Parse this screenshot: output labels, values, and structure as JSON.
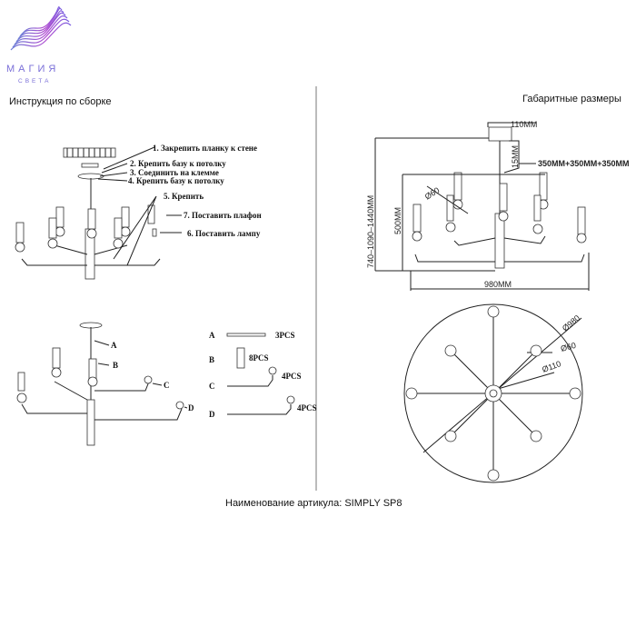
{
  "logo": {
    "title": "МАГИЯ",
    "subtitle": "СВЕТА",
    "colors": [
      "#6f7fd6",
      "#b04ad0",
      "#7a5fe0"
    ]
  },
  "left_panel": {
    "heading": "Инструкция по сборке",
    "steps": [
      "1. Закрепить планку к стене",
      "2. Крепить базу к потолку",
      "3. Соединить на клемме",
      "4. Крепить базу к потолку",
      "5. Крепить",
      "7. Поставить плафон",
      "6. Поставить лампу"
    ],
    "part_labels": {
      "a": "A",
      "b": "B",
      "c": "C",
      "d": "D"
    },
    "parts": [
      {
        "letter": "A",
        "qty": "3PCS"
      },
      {
        "letter": "B",
        "qty": "8PCS"
      },
      {
        "letter": "C",
        "qty": "4PCS"
      },
      {
        "letter": "D",
        "qty": "4PCS"
      }
    ]
  },
  "right_panel": {
    "heading": "Габаритные размеры",
    "dims": {
      "canopy": "110MM",
      "canopy_h": "15MM",
      "rods": "350MM+350MM+350MM",
      "height": "740–1090–1440MM",
      "body_h": "500MM",
      "shade": "Ø60",
      "width": "980MM",
      "top_outer": "Ø980",
      "top_shade": "Ø60",
      "top_center": "Ø110"
    }
  },
  "footer": {
    "article": "Наименование артикула: SIMPLY SP8"
  }
}
